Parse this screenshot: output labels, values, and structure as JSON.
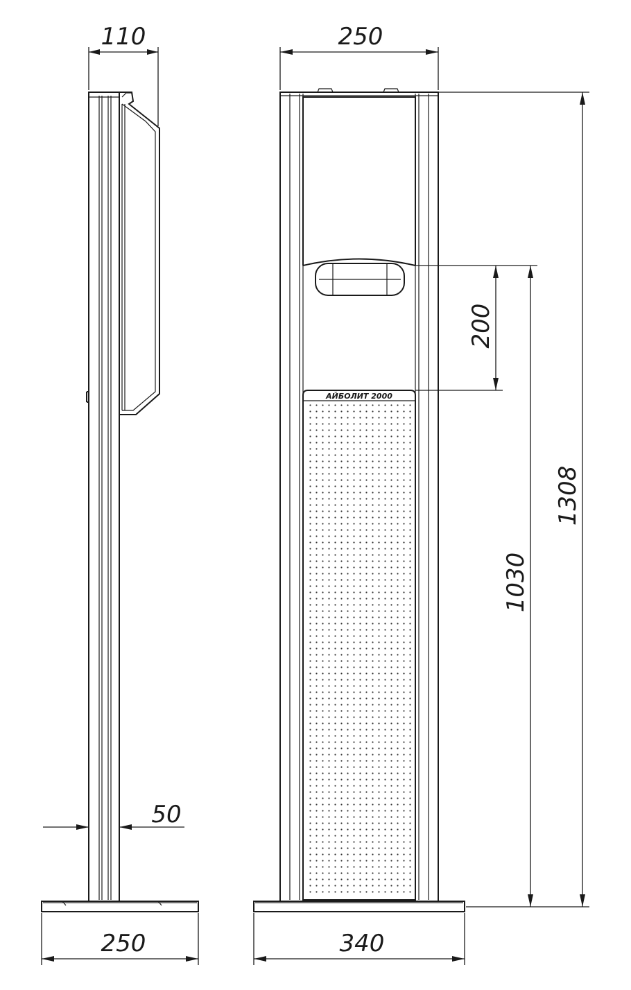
{
  "drawing": {
    "brand_label": "АЙБОЛИТ 2000",
    "dimensions": {
      "side_depth": "110",
      "front_width": "250",
      "total_height": "1308",
      "dispenser_gap": "200",
      "pedestal_height": "1030",
      "post_thickness": "50",
      "side_base_width": "250",
      "front_base_width": "340"
    }
  }
}
